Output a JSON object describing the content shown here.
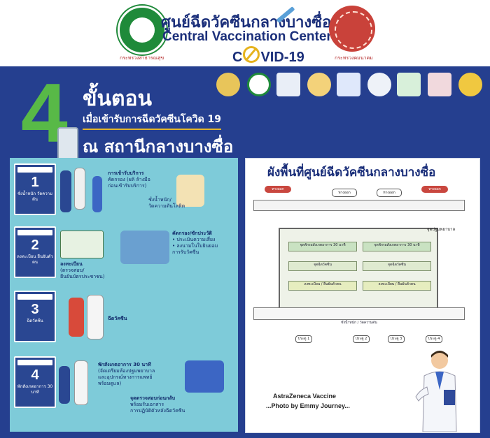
{
  "header": {
    "title_thai": "ศูนย์ฉีดวัคซีนกลางบางซื่อ",
    "title_en": "Central Vaccination Center",
    "covid_prefix": "C",
    "covid_suffix": "VID-19",
    "left_logo_caption": "กระทรวงสาธารณสุข",
    "right_logo_caption": "กระทรวงคมนาคม"
  },
  "steps_banner": {
    "big_number": "4",
    "title": "ขั้นตอน",
    "subtitle": "เมื่อเข้ารับการฉีดวัคซีนโควิด 19",
    "location": "ณ สถานีกลางบางซื่อ"
  },
  "steps": [
    {
      "num": "1",
      "card_text": "ชั่งน้ำหนัก วัดความดัน",
      "labels": [
        "การเข้ารับบริการ",
        "คัดกรอง (ผลิ ล้างมือ",
        "ก่อนเข้ารับบริการ)",
        "ชั่งน้ำหนัก/",
        "วัดความดันโลหิต"
      ]
    },
    {
      "num": "2",
      "card_text": "ลงทะเบียน ยืนยันตัวตน",
      "labels": [
        "คัดกรอง/ซักประวัติ",
        "• ประเมินความเสี่ยง",
        "• ลงนามในใบยินยอม",
        "การรับวัคซีน",
        "ลงทะเบียน",
        "(ตรวจสอบ/",
        "ยืนยันบัตรประชาชน)"
      ]
    },
    {
      "num": "3",
      "card_text": "ฉีดวัคซีน",
      "labels": [
        "ฉีดวัคซีน"
      ]
    },
    {
      "num": "4",
      "card_text": "พักสังเกตอาการ 30 นาที",
      "labels": [
        "พักสังเกตอาการ 30 นาที",
        "(จัดเตรียมห้องปฐมพยาบาล",
        "และอุปกรณ์ทางการแพทย์",
        "พร้อมดูแล)",
        "จุดตรวจสอบก่อนกลับ",
        "พร้อมรับเอกสาร",
        "การปฏิบัติตัวหลังฉีดวัคซีน"
      ]
    }
  ],
  "floorplan": {
    "title": "ผังพื้นที่ศูนย์ฉีดวัคซีนกลางบางซื่อ",
    "caption_line1": "AstraZeneca Vaccine",
    "caption_line2": "...Photo by Emmy Journey...",
    "exits": [
      "ทางออก",
      "ทางออก",
      "ทางออก",
      "ทางออก"
    ],
    "rooms": [
      "จุดพักรอสังเกตอาการ 30 นาที",
      "จุดพักรอสังเกตอาการ 30 นาที",
      "จุดฉีดวัคซีน",
      "จุดฉีดวัคซีน",
      "ลงทะเบียน / ยืนยันตัวตน",
      "ลงทะเบียน / ยืนยันตัวตน",
      "ชั่งน้ำหนัก / วัดความดัน"
    ],
    "gates": [
      "ประตู 1",
      "ประตู 2",
      "ประตู 3",
      "ประตู 4"
    ],
    "first_aid": "จุดปฐมพยาบาล"
  },
  "colors": {
    "navy": "#253f8f",
    "green": "#58b947",
    "panel": "#7ecbd9",
    "accent": "#e2b52b"
  }
}
